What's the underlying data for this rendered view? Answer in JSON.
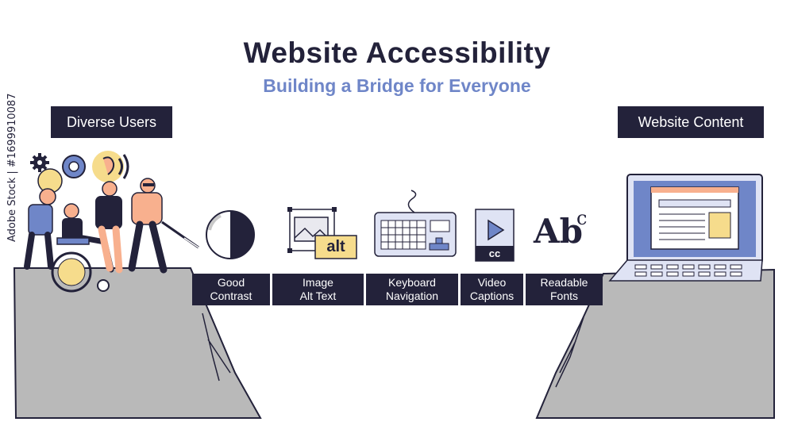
{
  "header": {
    "title": "Website Accessibility",
    "subtitle": "Building a Bridge for Everyone"
  },
  "sides": {
    "left_label": "Diverse Users",
    "right_label": "Website Content"
  },
  "bridge": {
    "segments": [
      {
        "line1": "Good",
        "line2": "Contrast",
        "icon": "contrast-circle-icon"
      },
      {
        "line1": "Image",
        "line2": "Alt Text",
        "icon": "image-alt-icon"
      },
      {
        "line1": "Keyboard",
        "line2": "Navigation",
        "icon": "keyboard-icon"
      },
      {
        "line1": "Video",
        "line2": "Captions",
        "icon": "video-captions-icon"
      },
      {
        "line1": "Readable",
        "line2": "Fonts",
        "icon": "readable-fonts-icon"
      }
    ]
  },
  "icons": {
    "alt_text": "alt",
    "captions_text": "cc",
    "fonts_text_big": "Ab",
    "fonts_text_small": "c"
  },
  "watermark": "Adobe Stock | #1699910087",
  "colors": {
    "navy": "#23223a",
    "accent_blue": "#6f86c8",
    "cliff_gray": "#b9b9b9",
    "peach": "#f8b08e",
    "yellow": "#f6dc8c"
  }
}
